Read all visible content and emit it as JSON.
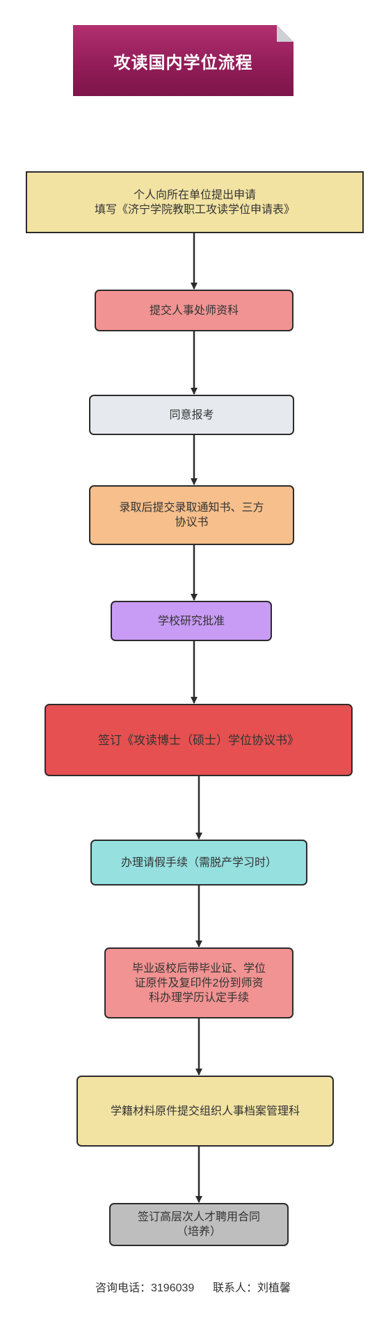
{
  "title": "攻读国内学位流程",
  "steps": [
    {
      "lines": [
        "个人向所在单位提出申请",
        "填写《济宁学院教职工攻读学位申请表》"
      ]
    },
    {
      "lines": [
        "提交人事处师资科"
      ]
    },
    {
      "lines": [
        "同意报考"
      ]
    },
    {
      "lines": [
        "录取后提交录取通知书、三方",
        "协议书"
      ]
    },
    {
      "lines": [
        "学校研究批准"
      ]
    },
    {
      "lines": [
        "签订《攻读博士（硕士）学位协议书》"
      ]
    },
    {
      "lines": [
        "办理请假手续（需脱产学习时）"
      ]
    },
    {
      "lines": [
        "毕业返校后带毕业证、学位",
        "证原件及复印件2份到师资",
        "科办理学历认定手续"
      ]
    },
    {
      "lines": [
        "学籍材料原件提交组织人事档案管理科"
      ]
    },
    {
      "lines": [
        "签订高层次人才聘用合同",
        "（培养）"
      ]
    }
  ],
  "footer": {
    "phone_label": "咨询电话：3196039",
    "contact_label": "联系人：刘植馨"
  },
  "colors": {
    "title": "#921d58",
    "step_yellow": "#f2e3a3",
    "step_pink": "#f19392",
    "step_gray_light": "#e6eaee",
    "step_orange": "#f6bf8b",
    "step_purple": "#c89bf4",
    "step_red": "#e65050",
    "step_cyan": "#96e0e0",
    "step_gray": "#bebebe"
  }
}
